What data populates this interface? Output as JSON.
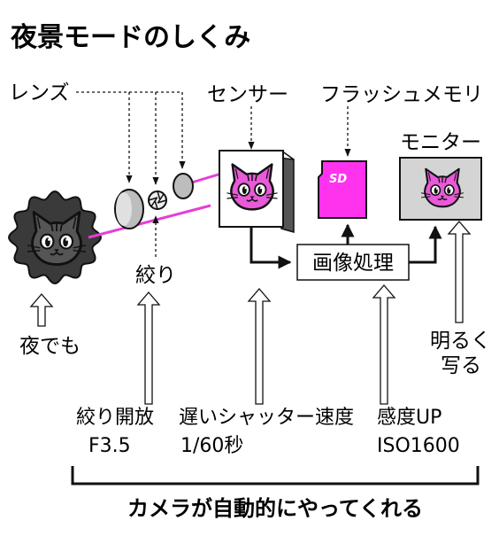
{
  "title": "夜景モードのしくみ",
  "labels": {
    "lens": "レンズ",
    "sensor": "センサー",
    "flash_memory": "フラッシュメモリ",
    "monitor": "モニター",
    "aperture": "絞り",
    "image_processing": "画像処理",
    "night": "夜でも",
    "bright_line1": "明るく",
    "bright_line2": "写る"
  },
  "settings": {
    "aperture_open": "絞り開放",
    "f_number": "F3.5",
    "slow_shutter": "遅いシャッター速度",
    "shutter_value": "1/60秒",
    "sensitivity_up": "感度UP",
    "iso_value": "ISO1600"
  },
  "sd_card_label": "SD",
  "footer": "カメラが自動的にやってくれる",
  "colors": {
    "beam": "#e63ed6",
    "cat_pink": "#e85ad8",
    "sd_card": "#ff33ee",
    "monitor_bg": "#d4d4d4",
    "night_bg": "#3a3a3a"
  }
}
